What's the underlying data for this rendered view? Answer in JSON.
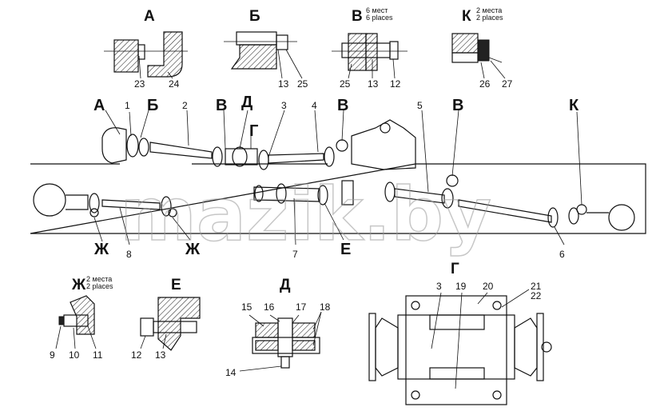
{
  "views": {
    "A": "А",
    "B": "Б",
    "V": "В",
    "K": "К",
    "ZH": "Ж",
    "E": "Е",
    "D": "Д",
    "G": "Г"
  },
  "notes": {
    "v_count_ru": "6 мест",
    "v_count_en": "6 places",
    "k_count_ru": "2 места",
    "k_count_en": "2 places",
    "zh_count_ru": "2 места",
    "zh_count_en": "2 places"
  },
  "callouts": {
    "n1": "1",
    "n2": "2",
    "n3": "3",
    "n4": "4",
    "n5": "5",
    "n6": "6",
    "n7": "7",
    "n8": "8",
    "n9": "9",
    "n10": "10",
    "n11": "11",
    "n12": "12",
    "n13": "13",
    "n14": "14",
    "n15": "15",
    "n16": "16",
    "n17": "17",
    "n18": "18",
    "n19": "19",
    "n20": "20",
    "n21": "21",
    "n22": "22",
    "n23": "23",
    "n24": "24",
    "n25": "25",
    "n26": "26",
    "n27": "27"
  },
  "watermark": "mazik.by"
}
